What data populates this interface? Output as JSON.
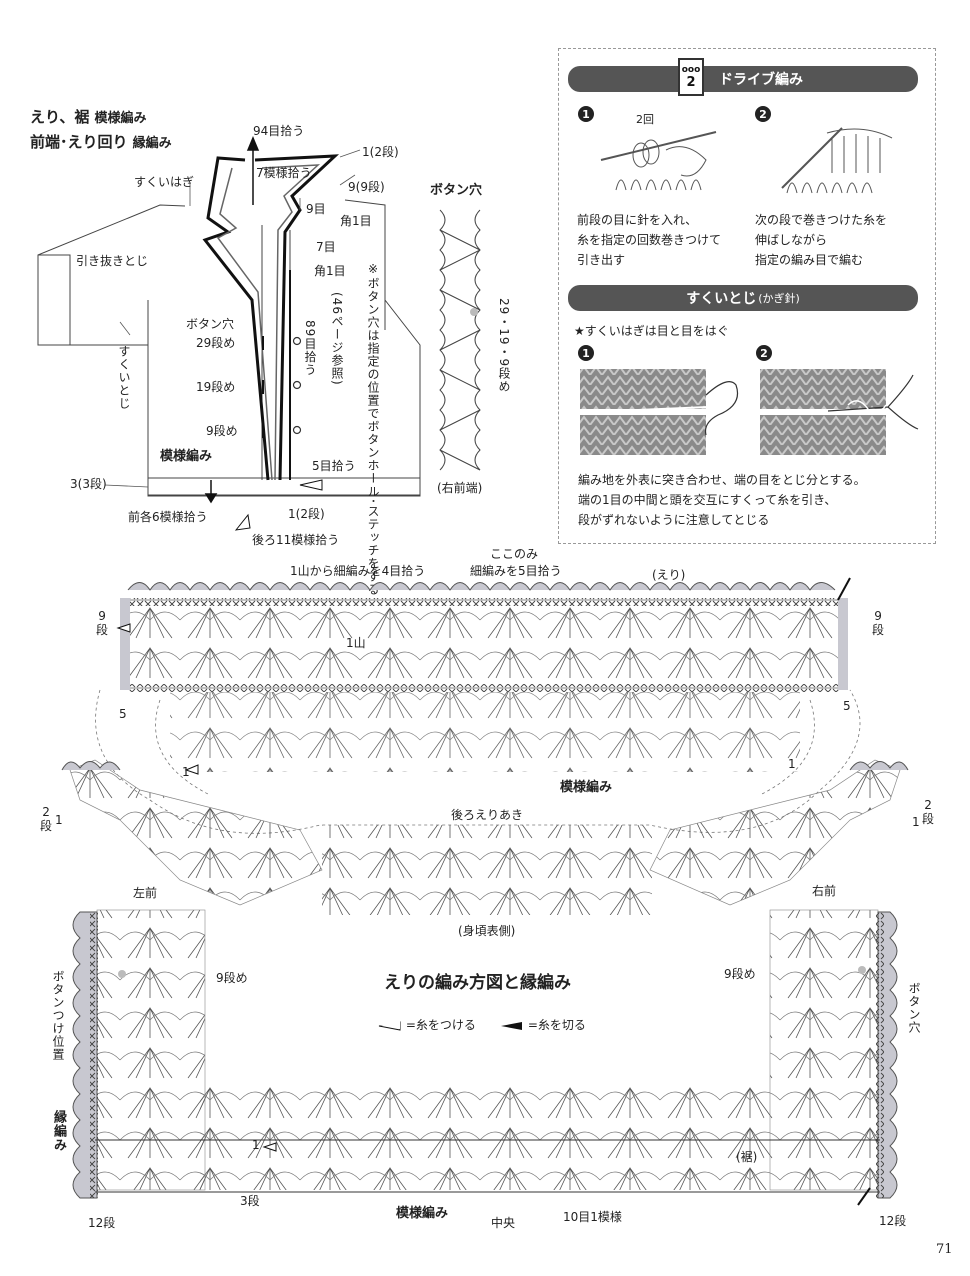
{
  "schematic": {
    "title_line1": "えり、裾",
    "title_line1_sub": "模様編み",
    "title_line2": "前端･えり回り",
    "title_line2_sub": "縁編み",
    "labels": {
      "pick_94": "94目拾う",
      "pick_7pattern": "7模様拾う",
      "row_1_2": "1(2段)",
      "row_9_9": "9(9段)",
      "sukui_hagi": "すくいはぎ",
      "st_9": "9目",
      "corner_1a": "角1目",
      "st_7": "7目",
      "corner_1b": "角1目",
      "hikinuki": "引き抜きとじ",
      "note": "※ボタン穴は指定の位置でボタンホール･ステッチをする",
      "note_ref": "(46ページ参照)",
      "buttonhole": "ボタン穴",
      "bh_29": "29段め",
      "bh_19": "19段め",
      "bh_9": "9段め",
      "pick_89": "89目拾う",
      "sukui_toji": "すくいとじ",
      "moyou": "模様編み",
      "pick_5": "5目拾う",
      "row_3_3": "3(3段)",
      "front_pick6": "前各6模様拾う",
      "row_1_2b": "1(2段)",
      "back_pick11": "後ろ11模様拾う"
    }
  },
  "buttonhole_chart": {
    "title": "ボタン穴",
    "rows_label": "29・19・9段め",
    "caption": "(右前端)"
  },
  "drive_box": {
    "icon_top": "ooo",
    "icon_num": "2",
    "title": "ドライブ編み",
    "step1_num": "1",
    "step1_tag": "2回",
    "step1_text": [
      "前段の目に針を入れ、",
      "糸を指定の回数巻きつけて",
      "引き出す"
    ],
    "step2_num": "2",
    "step2_text": [
      "次の段で巻きつけた糸を",
      "伸ばしながら",
      "指定の編み目で編む"
    ]
  },
  "sukui_box": {
    "title": "すくいとじ",
    "title_sub": "(かぎ針)",
    "note": "★すくいはぎは目と目をはぐ",
    "step1_num": "1",
    "step2_num": "2",
    "text": [
      "編み地を外表に突き合わせ、端の目をとじ分とする。",
      "端の1目の中間と頭を交互にすくって糸を引き、",
      "段がずれないように注意してとじる"
    ]
  },
  "main_chart": {
    "title": "えりの編み方図と縁編み",
    "legend_attach": "=糸をつける",
    "legend_cut": "=糸を切る",
    "collar": "(えり)",
    "pick_4": "1山から細編みを4目拾う",
    "here_only_1": "ここのみ",
    "here_only_2": "細編みを5目拾う",
    "yama": "1山",
    "row9_left": "9",
    "row9_left_unit": "段",
    "row9_right": "9",
    "row9_right_unit": "段",
    "r5_left": "5",
    "r5_right": "5",
    "r1_left": "1",
    "r1_right": "1",
    "pattern_top": "模様編み",
    "back_neck": "後ろえりあき",
    "body_front": "(身頃表側)",
    "left_front": "左前",
    "right_front": "右前",
    "r2_left": "2",
    "r2_left_unit": "段",
    "r2_right": "2",
    "r2_right_unit": "段",
    "r1_l2": "1",
    "r1_r2": "1",
    "row9_left_front": "9段め",
    "row9_right_front": "9段め",
    "button_pos": "ボタンつけ位置",
    "buttonhole_vert": "ボタン穴",
    "edge_label": "縁編み",
    "row_1_hem": "1",
    "hem": "(裾)",
    "row_3_hem": "3段",
    "row12_left": "12段",
    "row12_right": "12段",
    "pattern_bottom": "模様編み",
    "center": "中央",
    "repeat": "10目1模様"
  },
  "page_number": "71",
  "colors": {
    "band": "#555555",
    "edge_fill": "#c8c8d0",
    "ink": "#333333"
  }
}
